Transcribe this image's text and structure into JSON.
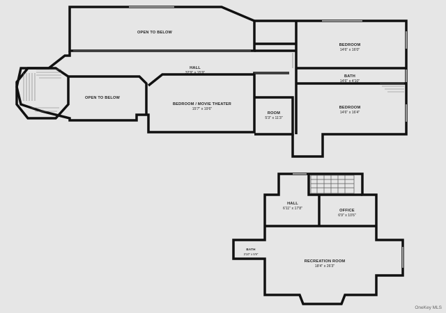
{
  "plan": {
    "colors": {
      "background": "#e6e6e6",
      "wall": "#111111",
      "floor": "#e6e6e6",
      "stair": "#777777"
    },
    "rooms": {
      "open_to_below_top": {
        "name": "OPEN TO BELOW",
        "dims": ""
      },
      "hall_upper": {
        "name": "HALL",
        "dims": "32'9\" x 15'9\""
      },
      "open_to_below_left": {
        "name": "OPEN TO BELOW",
        "dims": ""
      },
      "bedroom_movie_theater": {
        "name": "BEDROOM / MOVIE THEATER",
        "dims": "15'7\" x 19'6\""
      },
      "room_small": {
        "name": "ROOM",
        "dims": "5'3\" x 11'3\""
      },
      "bedroom_top_right": {
        "name": "BEDROOM",
        "dims": "14'6\" x 16'0\""
      },
      "bath_upper": {
        "name": "BATH",
        "dims": "14'6\" x 4'10\""
      },
      "bedroom_right": {
        "name": "BEDROOM",
        "dims": "14'6\" x 16'4\""
      },
      "hall_lower": {
        "name": "HALL",
        "dims": "6'11\" x 17'8\""
      },
      "office": {
        "name": "OFFICE",
        "dims": "6'9\" x 10'6\""
      },
      "bath_lower": {
        "name": "BATH",
        "dims": "3'10\" x 5'9\""
      },
      "recreation_room": {
        "name": "RECREATION ROOM",
        "dims": "18'4\" x 26'3\""
      }
    },
    "watermark": "OneKey MLS"
  }
}
